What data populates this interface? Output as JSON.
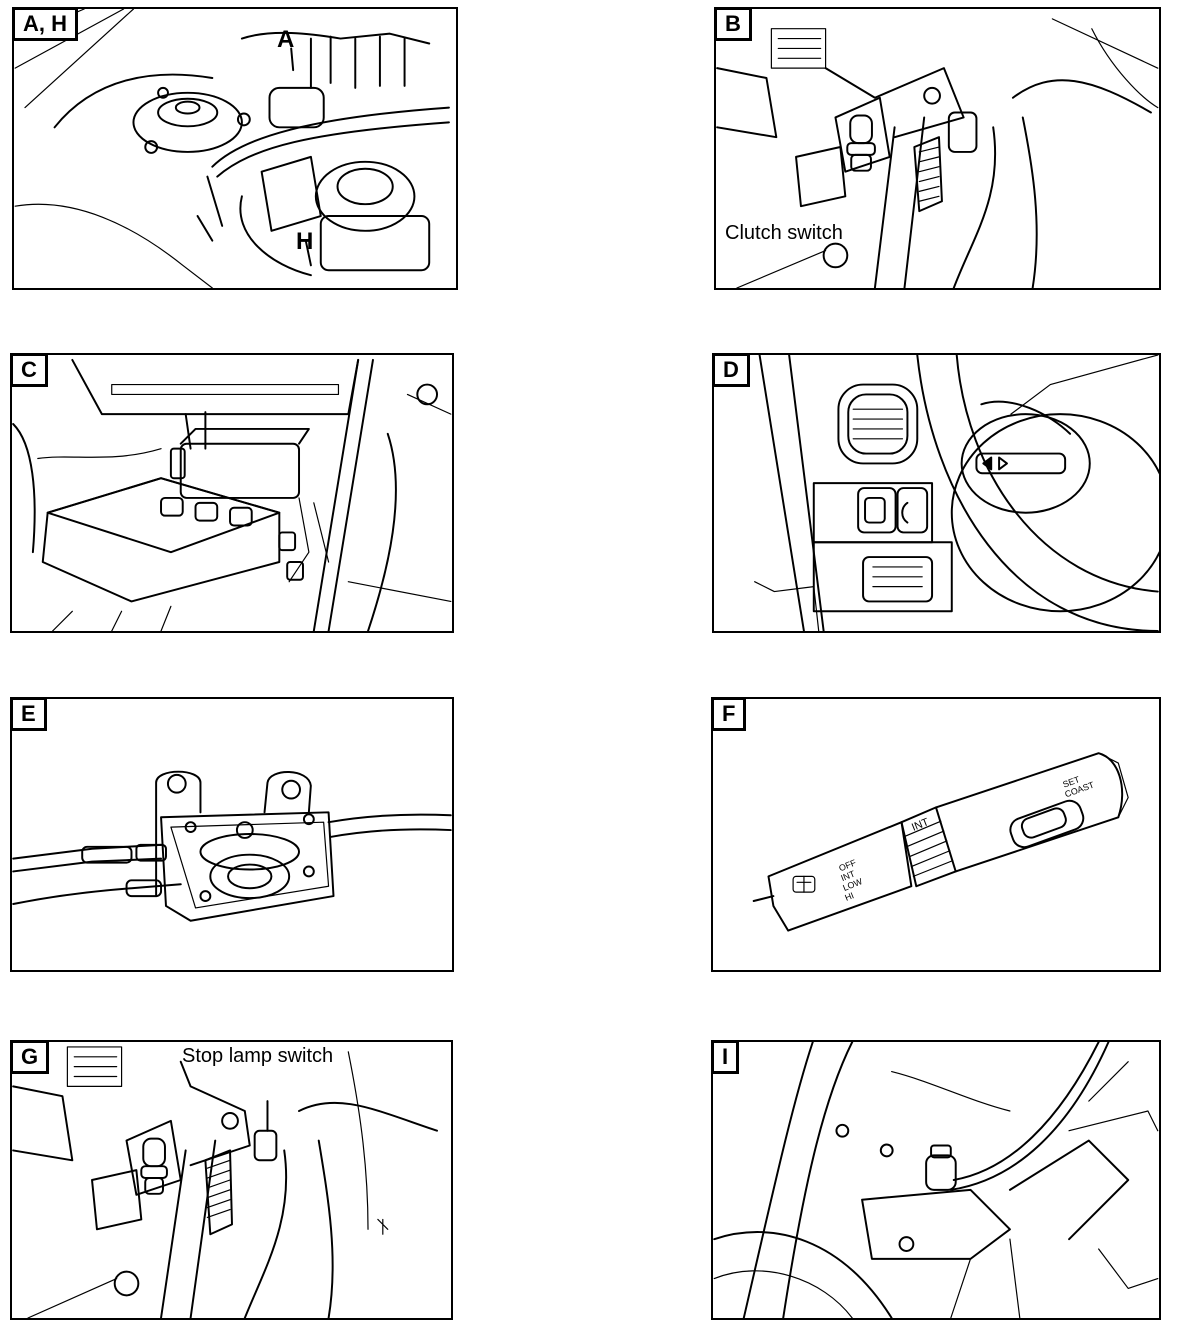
{
  "panels": {
    "ah": {
      "badge": "A, H",
      "label_a": "A",
      "label_h": "H"
    },
    "b": {
      "badge": "B",
      "callout": "Clutch switch"
    },
    "c": {
      "badge": "C"
    },
    "d": {
      "badge": "D"
    },
    "e": {
      "badge": "E"
    },
    "f": {
      "badge": "F",
      "switch_labels": {
        "int_ring": "INT",
        "set": "SET",
        "coast": "COAST",
        "off": "OFF",
        "int": "INT",
        "low": "LOW",
        "hi": "HI"
      }
    },
    "g": {
      "badge": "G",
      "callout": "Stop lamp switch"
    },
    "i": {
      "badge": "I"
    }
  }
}
